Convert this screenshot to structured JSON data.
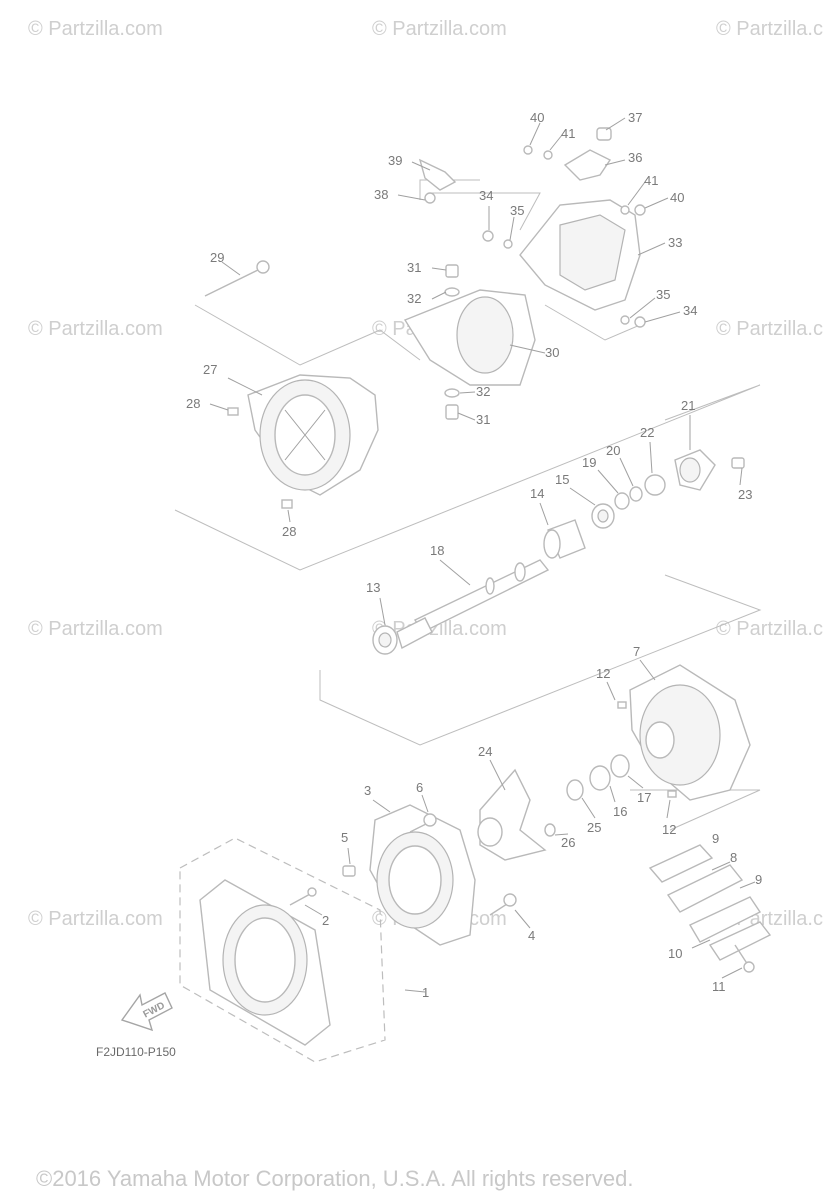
{
  "watermark": {
    "text": "© Partzilla.com"
  },
  "diagram": {
    "code": "F2JD110-P150",
    "fwd_label": "FWD",
    "callouts": [
      "1",
      "2",
      "3",
      "4",
      "5",
      "6",
      "7",
      "8",
      "9",
      "9",
      "10",
      "11",
      "12",
      "12",
      "13",
      "14",
      "15",
      "16",
      "17",
      "18",
      "19",
      "20",
      "21",
      "22",
      "23",
      "24",
      "25",
      "26",
      "27",
      "28",
      "28",
      "29",
      "30",
      "31",
      "31",
      "32",
      "32",
      "33",
      "34",
      "34",
      "35",
      "35",
      "36",
      "37",
      "38",
      "39",
      "40",
      "40",
      "41",
      "41"
    ]
  },
  "footer": {
    "copyright": "©2016 Yamaha Motor Corporation, U.S.A. All rights reserved."
  }
}
